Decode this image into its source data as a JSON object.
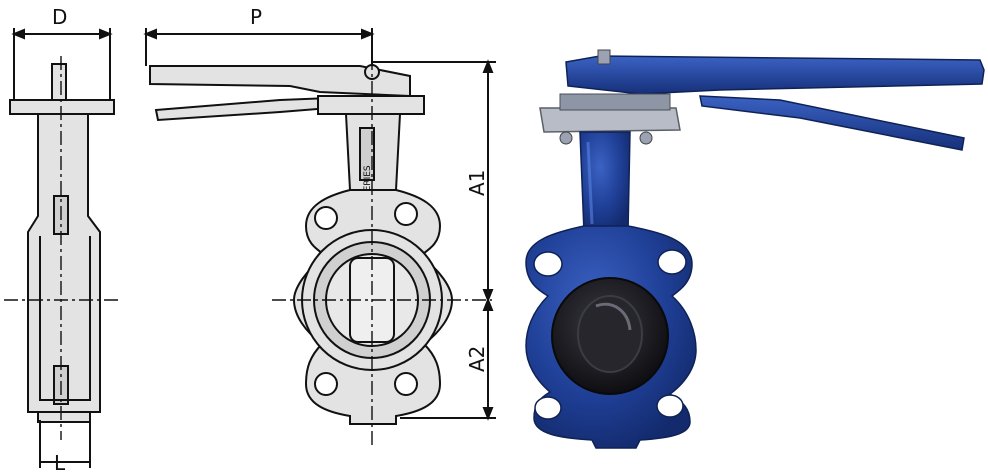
{
  "figure": {
    "colors": {
      "line": "#111111",
      "drawing_fill": "#e3e3e3",
      "photo_body": "#1f3f96",
      "photo_body_dark": "#132a6c",
      "photo_highlight": "#3b62c4",
      "liner": "#0e0e12",
      "background": "#ffffff"
    },
    "side_view": {
      "labels": {
        "width": "D",
        "face_to_face": "L"
      }
    },
    "front_view": {
      "labels": {
        "handle_length": "P",
        "upper_height": "A1",
        "lower_height": "A2"
      },
      "body_marking": "DN-SERIES"
    },
    "photo": {
      "subject": "blue wafer butterfly valve with lever handle",
      "icon": "valve-photo"
    }
  }
}
